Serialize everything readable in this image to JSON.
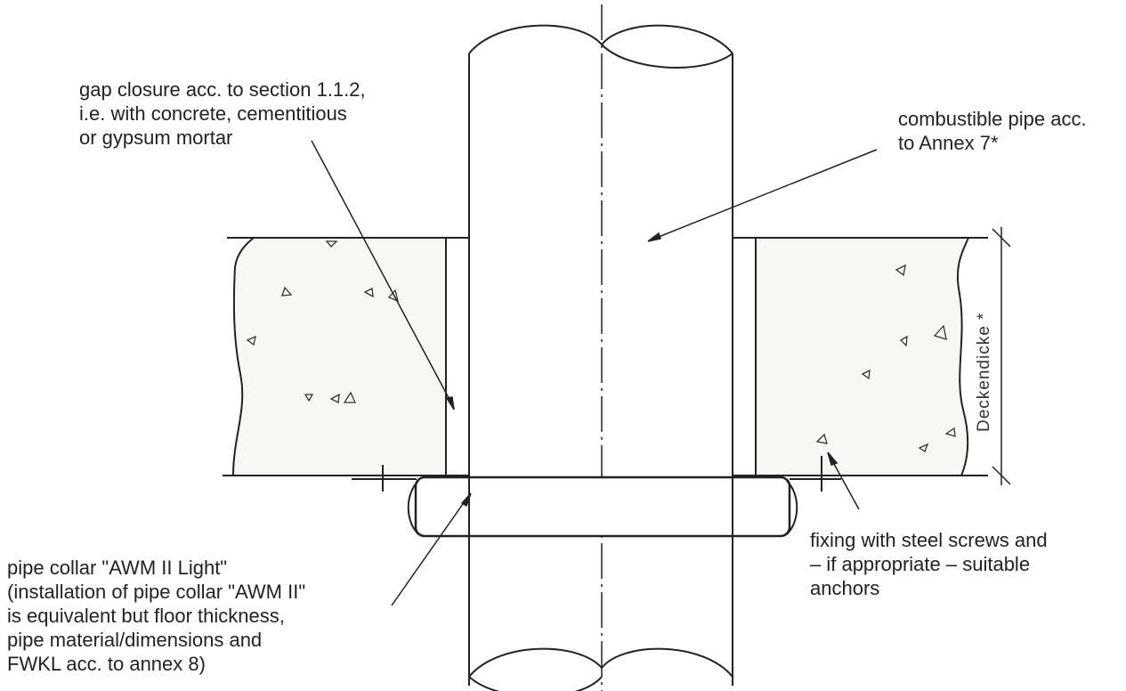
{
  "labels": {
    "gap_closure": [
      "gap closure acc. to section 1.1.2,",
      "i.e. with concrete, cementitious",
      "or gypsum mortar"
    ],
    "pipe": [
      "combustible pipe acc.",
      "to Annex 7*"
    ],
    "collar": [
      "pipe collar \"AWM II Light\"",
      "(installation of pipe collar  \"AWM II\"",
      "is equivalent but floor thickness,",
      "pipe material/dimensions and",
      "FWKL acc. to annex 8)"
    ],
    "fixing": [
      "fixing with steel screws and",
      "– if appropriate – suitable",
      "anchors"
    ],
    "deck_thickness": "Deckendicke *"
  },
  "colors": {
    "line": "#222222",
    "concrete": "#f7f7f5",
    "aggregate": "#333333"
  }
}
